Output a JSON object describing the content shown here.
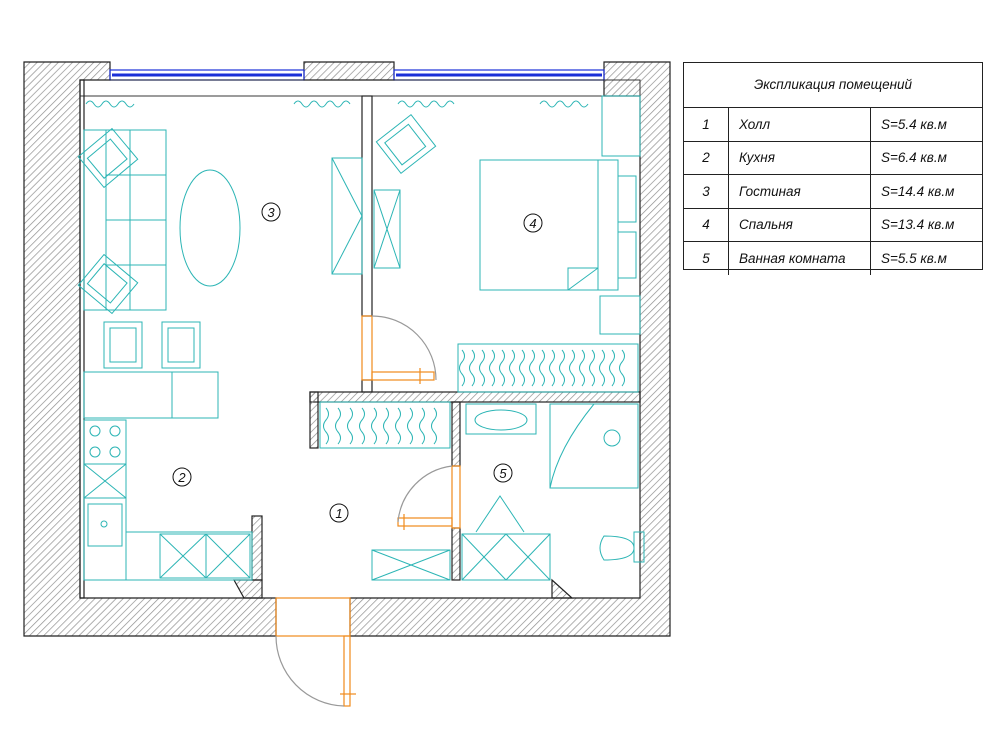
{
  "rooms": [
    {
      "number": "1",
      "name": "Холл",
      "area": "S=5.4 кв.м"
    },
    {
      "number": "2",
      "name": "Кухня",
      "area": "S=6.4 кв.м"
    },
    {
      "number": "3",
      "name": "Гостиная",
      "area": "S=14.4 кв.м"
    },
    {
      "number": "4",
      "name": "Спальня",
      "area": "S=13.4 кв.м"
    },
    {
      "number": "5",
      "name": "Ванная комната",
      "area": "S=5.5 кв.м"
    }
  ],
  "legend": {
    "title": "Экспликация помещений"
  },
  "colors": {
    "wall_hatch": "#9a9a9a",
    "wall_outline": "#222222",
    "furniture": "#2cb5b5",
    "door": "#f08a1c",
    "window": "#1a2fd8",
    "room_label": "#111111"
  }
}
